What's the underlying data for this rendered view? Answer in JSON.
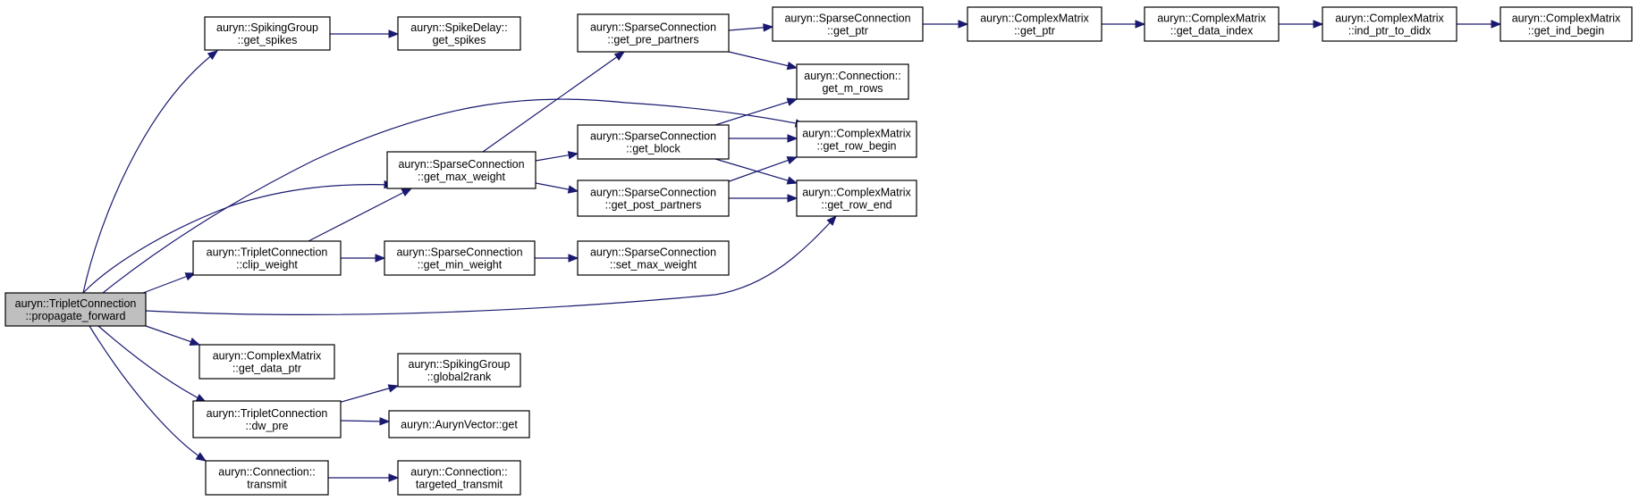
{
  "colors": {
    "node_fill": "#ffffff",
    "root_fill": "#bfbfbf",
    "node_border": "#000000",
    "edge": "#191970"
  },
  "nodes": [
    {
      "id": "root",
      "lines": [
        "auryn::TripletConnection",
        "::propagate_forward"
      ],
      "root": true
    },
    {
      "id": "sg_get_spikes",
      "lines": [
        "auryn::SpikingGroup",
        "::get_spikes"
      ]
    },
    {
      "id": "sd_get_spikes",
      "lines": [
        "auryn::SpikeDelay::",
        "get_spikes"
      ]
    },
    {
      "id": "sc_get_pre_partners",
      "lines": [
        "auryn::SparseConnection",
        "::get_pre_partners"
      ]
    },
    {
      "id": "sc_get_ptr",
      "lines": [
        "auryn::SparseConnection",
        "::get_ptr"
      ]
    },
    {
      "id": "cm_get_ptr",
      "lines": [
        "auryn::ComplexMatrix",
        "::get_ptr"
      ]
    },
    {
      "id": "cm_get_data_index",
      "lines": [
        "auryn::ComplexMatrix",
        "::get_data_index"
      ]
    },
    {
      "id": "cm_ind_ptr_to_didx",
      "lines": [
        "auryn::ComplexMatrix",
        "::ind_ptr_to_didx"
      ]
    },
    {
      "id": "cm_get_ind_begin",
      "lines": [
        "auryn::ComplexMatrix",
        "::get_ind_begin"
      ]
    },
    {
      "id": "conn_get_m_rows",
      "lines": [
        "auryn::Connection::",
        "get_m_rows"
      ]
    },
    {
      "id": "sc_get_block",
      "lines": [
        "auryn::SparseConnection",
        "::get_block"
      ]
    },
    {
      "id": "cm_get_row_begin",
      "lines": [
        "auryn::ComplexMatrix",
        "::get_row_begin"
      ]
    },
    {
      "id": "sc_get_max_weight",
      "lines": [
        "auryn::SparseConnection",
        "::get_max_weight"
      ]
    },
    {
      "id": "sc_get_post_partners",
      "lines": [
        "auryn::SparseConnection",
        "::get_post_partners"
      ]
    },
    {
      "id": "cm_get_row_end",
      "lines": [
        "auryn::ComplexMatrix",
        "::get_row_end"
      ]
    },
    {
      "id": "tc_clip_weight",
      "lines": [
        "auryn::TripletConnection",
        "::clip_weight"
      ]
    },
    {
      "id": "sc_get_min_weight",
      "lines": [
        "auryn::SparseConnection",
        "::get_min_weight"
      ]
    },
    {
      "id": "sc_set_max_weight",
      "lines": [
        "auryn::SparseConnection",
        "::set_max_weight"
      ]
    },
    {
      "id": "cm_get_data_ptr",
      "lines": [
        "auryn::ComplexMatrix",
        "::get_data_ptr"
      ]
    },
    {
      "id": "sg_global2rank",
      "lines": [
        "auryn::SpikingGroup",
        "::global2rank"
      ]
    },
    {
      "id": "tc_dw_pre",
      "lines": [
        "auryn::TripletConnection",
        "::dw_pre"
      ]
    },
    {
      "id": "av_get",
      "lines": [
        "auryn::AurynVector::get"
      ]
    },
    {
      "id": "conn_transmit",
      "lines": [
        "auryn::Connection::",
        "transmit"
      ]
    },
    {
      "id": "conn_targeted_transmit",
      "lines": [
        "auryn::Connection::",
        "targeted_transmit"
      ]
    }
  ],
  "edges": [
    {
      "from": "root",
      "to": "sg_get_spikes"
    },
    {
      "from": "root",
      "to": "cm_get_row_begin"
    },
    {
      "from": "root",
      "to": "sc_get_max_weight"
    },
    {
      "from": "root",
      "to": "tc_clip_weight"
    },
    {
      "from": "root",
      "to": "cm_get_row_end"
    },
    {
      "from": "root",
      "to": "cm_get_data_ptr"
    },
    {
      "from": "root",
      "to": "tc_dw_pre"
    },
    {
      "from": "root",
      "to": "conn_transmit"
    },
    {
      "from": "sg_get_spikes",
      "to": "sd_get_spikes"
    },
    {
      "from": "sc_get_pre_partners",
      "to": "sc_get_ptr"
    },
    {
      "from": "sc_get_pre_partners",
      "to": "conn_get_m_rows"
    },
    {
      "from": "sc_get_ptr",
      "to": "cm_get_ptr"
    },
    {
      "from": "cm_get_ptr",
      "to": "cm_get_data_index"
    },
    {
      "from": "cm_get_data_index",
      "to": "cm_ind_ptr_to_didx"
    },
    {
      "from": "cm_ind_ptr_to_didx",
      "to": "cm_get_ind_begin"
    },
    {
      "from": "sc_get_max_weight",
      "to": "sc_get_pre_partners"
    },
    {
      "from": "sc_get_max_weight",
      "to": "sc_get_block"
    },
    {
      "from": "sc_get_max_weight",
      "to": "sc_get_post_partners"
    },
    {
      "from": "sc_get_block",
      "to": "conn_get_m_rows"
    },
    {
      "from": "sc_get_block",
      "to": "cm_get_row_begin"
    },
    {
      "from": "sc_get_block",
      "to": "cm_get_row_end"
    },
    {
      "from": "sc_get_post_partners",
      "to": "cm_get_row_begin"
    },
    {
      "from": "sc_get_post_partners",
      "to": "cm_get_row_end"
    },
    {
      "from": "tc_clip_weight",
      "to": "sc_get_max_weight"
    },
    {
      "from": "tc_clip_weight",
      "to": "sc_get_min_weight"
    },
    {
      "from": "sc_get_min_weight",
      "to": "sc_set_max_weight"
    },
    {
      "from": "tc_dw_pre",
      "to": "sg_global2rank"
    },
    {
      "from": "tc_dw_pre",
      "to": "av_get"
    },
    {
      "from": "conn_transmit",
      "to": "conn_targeted_transmit"
    }
  ]
}
